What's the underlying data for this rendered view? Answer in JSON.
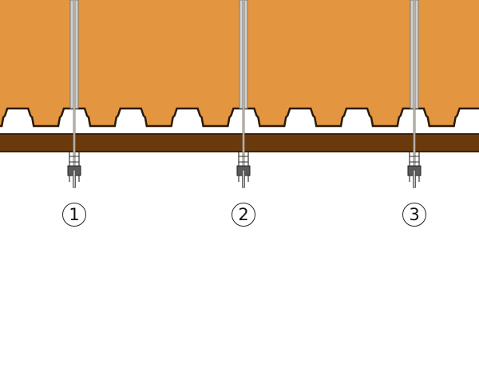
{
  "diagram": {
    "colors": {
      "insulation": "#e3963f",
      "deck_outline": "#2a1a0a",
      "board": "#6b3a0c",
      "board_outline": "#3a1f05",
      "tube": "#d0d0d0",
      "rod": "#8a8070",
      "anchor": "#5a5a5a"
    },
    "fasteners": [
      {
        "label": "1"
      },
      {
        "label": "2"
      },
      {
        "label": "3"
      }
    ]
  }
}
